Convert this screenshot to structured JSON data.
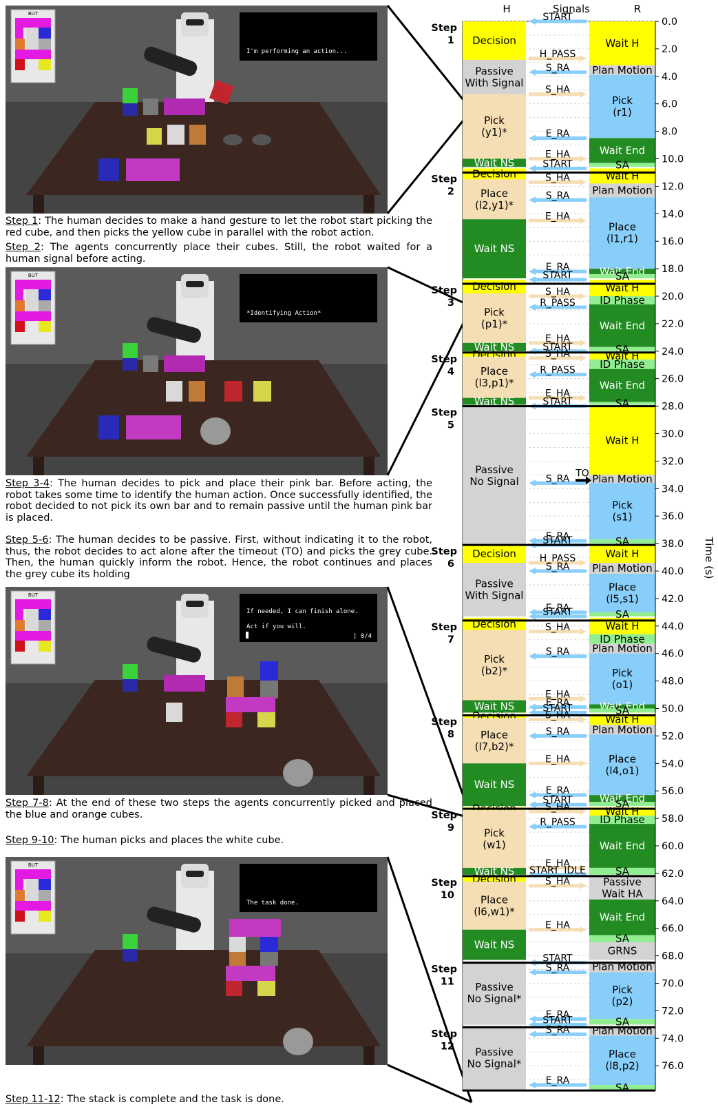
{
  "panels": [
    {
      "speech": "I'm performing an action...",
      "board_label": "BUT"
    },
    {
      "speech": "*Identifying Action*",
      "board_label": "BUT"
    },
    {
      "speech": "If needed, I can finish alone.",
      "speech2": "Act if you will.",
      "counter": "| 0/4",
      "board_label": "BUT"
    },
    {
      "speech": "The task done.",
      "board_label": "BUT"
    }
  ],
  "captions": [
    {
      "step": "Step 1",
      "text": ": The human decides to make a hand gesture to let the robot start picking the red cube, and then picks the yellow cube in parallel with the robot action."
    },
    {
      "step": "Step 2",
      "text": ": The agents concurrently place their cubes. Still, the robot waited for a human signal before acting."
    },
    {
      "step": "Step 3-4",
      "text": ": The human decides to pick and place their pink bar. Before acting, the robot takes some time to identify the human action. Once successfully identified, the robot decided to not pick its own bar and to remain passive until the human pink bar is placed."
    },
    {
      "step": "Step 5-6",
      "text": ": The human decides to be passive. First, without indicating it to the robot, thus, the robot decides to act alone after the timeout (TO) and picks the grey cube. Then, the human quickly inform the robot. Hence, the robot continues and places the grey cube its holding"
    },
    {
      "step": "Step 7-8",
      "text": ": At the end of these two steps the agents concurrently picked and placed the blue and orange cubes."
    },
    {
      "step": "Step 9-10",
      "text": ": The human picks and places the white cube."
    },
    {
      "step": "Step 11-12",
      "text": ": The stack is complete and the task is done."
    }
  ],
  "timeline": {
    "col_h": "H",
    "col_signals": "Signals",
    "col_r": "R",
    "axis_label": "Time (s)",
    "ticks": [
      "0.0",
      "2.0",
      "4.0",
      "6.0",
      "8.0",
      "10.0",
      "12.0",
      "14.0",
      "16.0",
      "18.0",
      "20.0",
      "22.0",
      "24.0",
      "26.0",
      "28.0",
      "30.0",
      "32.0",
      "34.0",
      "36.0",
      "38.0",
      "40.0",
      "42.0",
      "44.0",
      "46.0",
      "48.0",
      "50.0",
      "52.0",
      "54.0",
      "56.0",
      "58.0",
      "60.0",
      "62.0",
      "64.0",
      "66.0",
      "68.0",
      "70.0",
      "72.0",
      "74.0",
      "76.0"
    ],
    "colors": {
      "yellow": "#ffff00",
      "grey": "#d3d3d3",
      "peach": "#f5deb3",
      "green": "#228b22",
      "blue": "#87cefa",
      "lightgreen": "#90ee90",
      "arrow_blue": "#87cefa",
      "arrow_peach": "#f5deb3"
    },
    "steps": [
      {
        "label": "Step",
        "num": "1",
        "t": 0.0
      },
      {
        "label": "Step",
        "num": "2",
        "t": 11.0
      },
      {
        "label": "Step",
        "num": "3",
        "t": 19.1
      },
      {
        "label": "Step",
        "num": "4",
        "t": 24.1
      },
      {
        "label": "Step",
        "num": "5",
        "t": 28.0
      },
      {
        "label": "Step",
        "num": "6",
        "t": 38.1
      },
      {
        "label": "Step",
        "num": "7",
        "t": 43.6
      },
      {
        "label": "Step",
        "num": "8",
        "t": 50.5
      },
      {
        "label": "Step",
        "num": "9",
        "t": 57.3
      },
      {
        "label": "Step",
        "num": "10",
        "t": 62.2
      },
      {
        "label": "Step",
        "num": "11",
        "t": 68.5
      },
      {
        "label": "Step",
        "num": "12",
        "t": 73.2
      }
    ],
    "h_blocks": [
      {
        "t0": 0.0,
        "t1": 2.8,
        "color": "yellow",
        "text": "Decision"
      },
      {
        "t0": 2.8,
        "t1": 5.3,
        "color": "grey",
        "text": "Passive\nWith Signal"
      },
      {
        "t0": 5.3,
        "t1": 10.0,
        "color": "peach",
        "text": "Pick\n(y1)*"
      },
      {
        "t0": 10.0,
        "t1": 10.6,
        "color": "green",
        "text": "Wait NS"
      },
      {
        "t0": 10.7,
        "t1": 11.5,
        "color": "yellow",
        "text": "Decision"
      },
      {
        "t0": 11.5,
        "t1": 14.4,
        "color": "peach",
        "text": "Place\n(l2,y1)*"
      },
      {
        "t0": 14.4,
        "t1": 18.7,
        "color": "green",
        "text": "Wait NS"
      },
      {
        "t0": 18.8,
        "t1": 19.8,
        "color": "yellow",
        "text": "Decision"
      },
      {
        "t0": 19.8,
        "t1": 23.4,
        "color": "peach",
        "text": "Pick\n(p1)*"
      },
      {
        "t0": 23.4,
        "t1": 24.0,
        "color": "green",
        "text": "Wait NS"
      },
      {
        "t0": 24.1,
        "t1": 24.4,
        "color": "yellow",
        "text": "Decision"
      },
      {
        "t0": 24.4,
        "t1": 27.4,
        "color": "peach",
        "text": "Place\n(l3,p1)*"
      },
      {
        "t0": 27.4,
        "t1": 27.9,
        "color": "green",
        "text": "Wait NS"
      },
      {
        "t0": 28.0,
        "t1": 38.1,
        "color": "grey",
        "text": "Passive\nNo Signal"
      },
      {
        "t0": 38.1,
        "t1": 39.4,
        "color": "yellow",
        "text": "Decision"
      },
      {
        "t0": 39.4,
        "t1": 43.3,
        "color": "grey",
        "text": "Passive\nWith Signal"
      },
      {
        "t0": 43.4,
        "t1": 44.3,
        "color": "yellow",
        "text": "Decision"
      },
      {
        "t0": 44.3,
        "t1": 49.4,
        "color": "peach",
        "text": "Pick\n(b2)*"
      },
      {
        "t0": 49.4,
        "t1": 50.3,
        "color": "green",
        "text": "Wait NS"
      },
      {
        "t0": 50.4,
        "t1": 50.7,
        "color": "yellow",
        "text": "Decision"
      },
      {
        "t0": 50.7,
        "t1": 54.0,
        "color": "peach",
        "text": "Place\n(l7,b2)*"
      },
      {
        "t0": 54.0,
        "t1": 57.1,
        "color": "green",
        "text": "Wait NS"
      },
      {
        "t0": 57.2,
        "t1": 57.4,
        "color": "yellow",
        "text": "Decision"
      },
      {
        "t0": 57.4,
        "t1": 61.6,
        "color": "peach",
        "text": "Pick\n(w1)"
      },
      {
        "t0": 61.6,
        "t1": 62.1,
        "color": "green",
        "text": "Wait NS"
      },
      {
        "t0": 62.2,
        "t1": 62.6,
        "color": "yellow",
        "text": "Decision"
      },
      {
        "t0": 62.6,
        "t1": 66.1,
        "color": "peach",
        "text": "Place\n(l6,w1)*"
      },
      {
        "t0": 66.1,
        "t1": 68.3,
        "color": "green",
        "text": "Wait NS"
      },
      {
        "t0": 68.4,
        "t1": 73.0,
        "color": "grey",
        "text": "Passive\nNo Signal*"
      },
      {
        "t0": 73.1,
        "t1": 77.8,
        "color": "grey",
        "text": "Passive\nNo Signal*"
      }
    ],
    "r_blocks": [
      {
        "t0": 0.0,
        "t1": 3.2,
        "color": "yellow",
        "text": "Wait H"
      },
      {
        "t0": 3.2,
        "t1": 3.9,
        "color": "grey",
        "text": "Plan Motion"
      },
      {
        "t0": 3.9,
        "t1": 8.5,
        "color": "blue",
        "text": "Pick\n(r1)"
      },
      {
        "t0": 8.5,
        "t1": 10.3,
        "color": "green",
        "text": "Wait End"
      },
      {
        "t0": 10.3,
        "t1": 10.6,
        "color": "lightgreen",
        "text": "SA"
      },
      {
        "t0": 10.7,
        "t1": 11.8,
        "color": "yellow",
        "text": "Wait H"
      },
      {
        "t0": 11.8,
        "t1": 12.8,
        "color": "grey",
        "text": "Plan Motion"
      },
      {
        "t0": 12.8,
        "t1": 18.0,
        "color": "blue",
        "text": "Place\n(l1,r1)"
      },
      {
        "t0": 18.0,
        "t1": 18.4,
        "color": "green",
        "text": "Wait End"
      },
      {
        "t0": 18.4,
        "t1": 18.7,
        "color": "lightgreen",
        "text": "SA"
      },
      {
        "t0": 18.8,
        "t1": 20.0,
        "color": "yellow",
        "text": "Wait H"
      },
      {
        "t0": 20.0,
        "t1": 20.6,
        "color": "lightgreen",
        "text": "ID Phase"
      },
      {
        "t0": 20.6,
        "t1": 23.7,
        "color": "green",
        "text": "Wait End"
      },
      {
        "t0": 23.7,
        "t1": 24.0,
        "color": "lightgreen",
        "text": "SA"
      },
      {
        "t0": 24.1,
        "t1": 24.6,
        "color": "yellow",
        "text": "Wait H"
      },
      {
        "t0": 24.6,
        "t1": 25.3,
        "color": "lightgreen",
        "text": "ID Phase"
      },
      {
        "t0": 25.3,
        "t1": 27.7,
        "color": "green",
        "text": "Wait End"
      },
      {
        "t0": 27.7,
        "t1": 27.9,
        "color": "lightgreen",
        "text": "SA"
      },
      {
        "t0": 28.0,
        "t1": 33.0,
        "color": "yellow",
        "text": "Wait H"
      },
      {
        "t0": 33.0,
        "t1": 33.6,
        "color": "grey",
        "text": "Plan Motion"
      },
      {
        "t0": 33.6,
        "t1": 37.7,
        "color": "blue",
        "text": "Pick\n(s1)"
      },
      {
        "t0": 37.7,
        "t1": 38.0,
        "color": "lightgreen",
        "text": "SA"
      },
      {
        "t0": 38.1,
        "t1": 39.4,
        "color": "yellow",
        "text": "Wait H"
      },
      {
        "t0": 39.4,
        "t1": 40.2,
        "color": "grey",
        "text": "Plan Motion"
      },
      {
        "t0": 40.2,
        "t1": 43.0,
        "color": "blue",
        "text": "Place\n(l5,s1)"
      },
      {
        "t0": 43.0,
        "t1": 43.3,
        "color": "lightgreen",
        "text": "SA"
      },
      {
        "t0": 43.4,
        "t1": 44.6,
        "color": "yellow",
        "text": "Wait H"
      },
      {
        "t0": 44.6,
        "t1": 45.3,
        "color": "lightgreen",
        "text": "ID Phase"
      },
      {
        "t0": 45.3,
        "t1": 46.0,
        "color": "grey",
        "text": "Plan Motion"
      },
      {
        "t0": 46.0,
        "t1": 49.7,
        "color": "blue",
        "text": "Pick\n(o1)"
      },
      {
        "t0": 49.7,
        "t1": 50.0,
        "color": "green",
        "text": "Wait End"
      },
      {
        "t0": 50.0,
        "t1": 50.3,
        "color": "lightgreen",
        "text": "SA"
      },
      {
        "t0": 50.4,
        "t1": 51.2,
        "color": "yellow",
        "text": "Wait H"
      },
      {
        "t0": 51.2,
        "t1": 51.9,
        "color": "grey",
        "text": "Plan Motion"
      },
      {
        "t0": 51.9,
        "t1": 56.3,
        "color": "blue",
        "text": "Place\n(l4,o1)"
      },
      {
        "t0": 56.3,
        "t1": 56.8,
        "color": "green",
        "text": "Wait End"
      },
      {
        "t0": 56.8,
        "t1": 57.1,
        "color": "lightgreen",
        "text": "SA"
      },
      {
        "t0": 57.2,
        "t1": 57.8,
        "color": "yellow",
        "text": "Wait H"
      },
      {
        "t0": 57.8,
        "t1": 58.4,
        "color": "lightgreen",
        "text": "ID Phase"
      },
      {
        "t0": 58.4,
        "t1": 61.6,
        "color": "green",
        "text": "Wait End"
      },
      {
        "t0": 61.6,
        "t1": 62.1,
        "color": "lightgreen",
        "text": "SA"
      },
      {
        "t0": 62.2,
        "t1": 63.9,
        "color": "grey",
        "text": "Passive\nWait HA"
      },
      {
        "t0": 63.9,
        "t1": 66.5,
        "color": "green",
        "text": "Wait End"
      },
      {
        "t0": 66.5,
        "t1": 67.0,
        "color": "lightgreen",
        "text": "SA"
      },
      {
        "t0": 67.0,
        "t1": 68.3,
        "color": "grey",
        "text": "GRNS"
      },
      {
        "t0": 68.4,
        "t1": 69.2,
        "color": "grey",
        "text": "Plan Motion"
      },
      {
        "t0": 69.2,
        "t1": 72.6,
        "color": "blue",
        "text": "Pick\n(p2)"
      },
      {
        "t0": 72.6,
        "t1": 73.0,
        "color": "lightgreen",
        "text": "SA"
      },
      {
        "t0": 73.1,
        "t1": 73.8,
        "color": "grey",
        "text": "Plan Motion"
      },
      {
        "t0": 73.8,
        "t1": 77.4,
        "color": "blue",
        "text": "Place\n(l8,p2)"
      },
      {
        "t0": 77.4,
        "t1": 77.8,
        "color": "lightgreen",
        "text": "SA"
      }
    ],
    "signals": [
      {
        "t": 0.0,
        "text": "START",
        "dir": "left",
        "color": "arrow_blue"
      },
      {
        "t": 2.7,
        "text": "H_PASS",
        "dir": "right",
        "color": "arrow_peach"
      },
      {
        "t": 3.7,
        "text": "S_RA",
        "dir": "left",
        "color": "arrow_blue"
      },
      {
        "t": 5.3,
        "text": "S_HA",
        "dir": "right",
        "color": "arrow_peach"
      },
      {
        "t": 8.5,
        "text": "E_RA",
        "dir": "left",
        "color": "arrow_blue"
      },
      {
        "t": 10.0,
        "text": "E_HA",
        "dir": "right",
        "color": "arrow_peach"
      },
      {
        "t": 10.7,
        "text": "START",
        "dir": "left",
        "color": "arrow_blue"
      },
      {
        "t": 11.7,
        "text": "S_HA",
        "dir": "right",
        "color": "arrow_peach"
      },
      {
        "t": 13.0,
        "text": "S_RA",
        "dir": "left",
        "color": "arrow_blue"
      },
      {
        "t": 14.5,
        "text": "E_HA",
        "dir": "right",
        "color": "arrow_peach"
      },
      {
        "t": 18.2,
        "text": "E_RA",
        "dir": "left",
        "color": "arrow_blue"
      },
      {
        "t": 18.8,
        "text": "START",
        "dir": "left",
        "color": "arrow_blue"
      },
      {
        "t": 20.0,
        "text": "S_HA",
        "dir": "right",
        "color": "arrow_peach"
      },
      {
        "t": 20.8,
        "text": "R_PASS",
        "dir": "left",
        "color": "arrow_blue"
      },
      {
        "t": 23.4,
        "text": "E_HA",
        "dir": "right",
        "color": "arrow_peach"
      },
      {
        "t": 24.0,
        "text": "START",
        "dir": "left",
        "color": "arrow_blue"
      },
      {
        "t": 24.5,
        "text": "S_HA",
        "dir": "right",
        "color": "arrow_peach"
      },
      {
        "t": 25.7,
        "text": "R_PASS",
        "dir": "left",
        "color": "arrow_blue"
      },
      {
        "t": 27.4,
        "text": "E_HA",
        "dir": "right",
        "color": "arrow_peach"
      },
      {
        "t": 28.0,
        "text": "START",
        "dir": "left",
        "color": "arrow_blue"
      },
      {
        "t": 33.6,
        "text": "S_RA",
        "dir": "left",
        "color": "arrow_blue"
      },
      {
        "t": 37.8,
        "text": "E_RA",
        "dir": "left",
        "color": "arrow_blue"
      },
      {
        "t": 38.1,
        "text": "START",
        "dir": "left",
        "color": "arrow_blue"
      },
      {
        "t": 39.4,
        "text": "H_PASS",
        "dir": "right",
        "color": "arrow_peach"
      },
      {
        "t": 40.0,
        "text": "S_RA",
        "dir": "left",
        "color": "arrow_blue"
      },
      {
        "t": 43.0,
        "text": "E_RA",
        "dir": "left",
        "color": "arrow_blue"
      },
      {
        "t": 43.3,
        "text": "START",
        "dir": "left",
        "color": "arrow_blue"
      },
      {
        "t": 44.4,
        "text": "S_HA",
        "dir": "right",
        "color": "arrow_peach"
      },
      {
        "t": 46.2,
        "text": "S_RA",
        "dir": "left",
        "color": "arrow_blue"
      },
      {
        "t": 49.3,
        "text": "E_HA",
        "dir": "right",
        "color": "arrow_peach"
      },
      {
        "t": 49.9,
        "text": "E_RA",
        "dir": "left",
        "color": "arrow_blue"
      },
      {
        "t": 50.3,
        "text": "START",
        "dir": "left",
        "color": "arrow_blue"
      },
      {
        "t": 50.8,
        "text": "S_HA",
        "dir": "right",
        "color": "arrow_peach"
      },
      {
        "t": 52.0,
        "text": "S_RA",
        "dir": "left",
        "color": "arrow_blue"
      },
      {
        "t": 54.0,
        "text": "E_HA",
        "dir": "right",
        "color": "arrow_peach"
      },
      {
        "t": 56.3,
        "text": "E_RA",
        "dir": "left",
        "color": "arrow_blue"
      },
      {
        "t": 57.0,
        "text": "START",
        "dir": "left",
        "color": "arrow_blue"
      },
      {
        "t": 57.5,
        "text": "S_HA",
        "dir": "right",
        "color": "arrow_peach"
      },
      {
        "t": 58.6,
        "text": "R_PASS",
        "dir": "left",
        "color": "arrow_blue"
      },
      {
        "t": 61.6,
        "text": "E_HA",
        "dir": "right",
        "color": "arrow_peach"
      },
      {
        "t": 62.1,
        "text": "START_IDLE",
        "dir": "left",
        "color": "arrow_blue"
      },
      {
        "t": 62.9,
        "text": "S_HA",
        "dir": "right",
        "color": "arrow_peach"
      },
      {
        "t": 66.1,
        "text": "E_HA",
        "dir": "right",
        "color": "arrow_peach"
      },
      {
        "t": 68.5,
        "text": "START",
        "dir": "left",
        "color": "arrow_blue"
      },
      {
        "t": 69.2,
        "text": "S_RA",
        "dir": "left",
        "color": "arrow_blue"
      },
      {
        "t": 72.6,
        "text": "E_RA",
        "dir": "left",
        "color": "arrow_blue"
      },
      {
        "t": 73.0,
        "text": "START",
        "dir": "left",
        "color": "arrow_blue"
      },
      {
        "t": 73.7,
        "text": "S_RA",
        "dir": "left",
        "color": "arrow_blue"
      },
      {
        "t": 77.4,
        "text": "E_RA",
        "dir": "left",
        "color": "arrow_blue"
      }
    ],
    "timeout_label": "TO",
    "timeout_t": 33.0
  }
}
